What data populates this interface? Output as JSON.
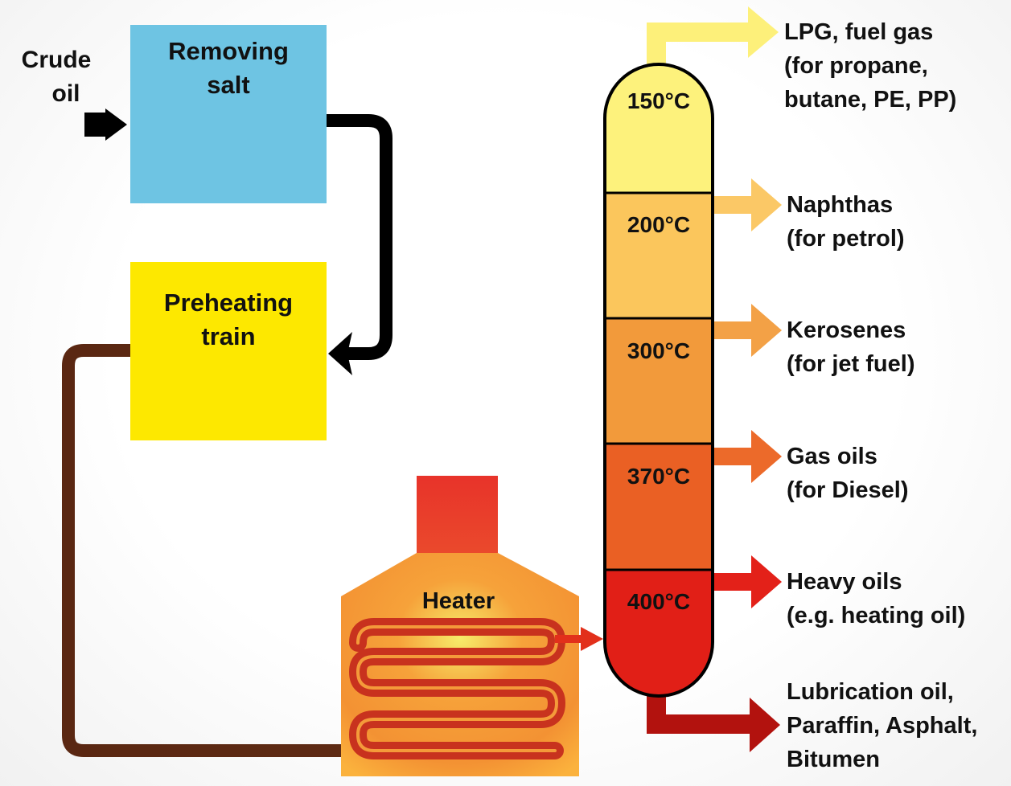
{
  "input": {
    "line1": "Crude",
    "line2": "oil"
  },
  "removing_salt": {
    "line1": "Removing",
    "line2": "salt",
    "color": "#6ec4e3"
  },
  "preheating": {
    "line1": "Preheating",
    "line2": "train",
    "color": "#fde800"
  },
  "heater": {
    "label": "Heater"
  },
  "column": {
    "stages": [
      {
        "temp": "150°C",
        "color": "#fdf27c"
      },
      {
        "temp": "200°C",
        "color": "#fbc65c"
      },
      {
        "temp": "300°C",
        "color": "#f29a3b"
      },
      {
        "temp": "370°C",
        "color": "#ea6024"
      },
      {
        "temp": "400°C",
        "color": "#e11f17"
      }
    ]
  },
  "products": [
    {
      "lines": [
        "LPG, fuel gas",
        "(for propane,",
        "butane, PE, PP)"
      ],
      "color": "#fdf07a"
    },
    {
      "lines": [
        "Naphthas",
        "(for petrol)"
      ],
      "color": "#fbc866"
    },
    {
      "lines": [
        "Kerosenes",
        "(for jet fuel)"
      ],
      "color": "#f3a146"
    },
    {
      "lines": [
        "Gas oils",
        "(for Diesel)"
      ],
      "color": "#ec6a2a"
    },
    {
      "lines": [
        "Heavy oils",
        "(e.g. heating oil)"
      ],
      "color": "#e32119"
    },
    {
      "lines": [
        "Lubrication oil,",
        "Paraffin, Asphalt,",
        "Bitumen"
      ],
      "color": "#b2120e"
    }
  ],
  "colors": {
    "pipe_black": "#000000",
    "pipe_brown": "#5a2a14",
    "coil": "#c8321e",
    "heater_top": "#e8342a",
    "heater_bottom": "#f9ae3a"
  }
}
